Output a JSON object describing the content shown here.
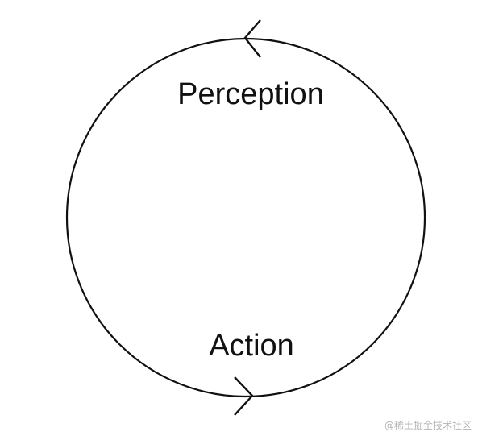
{
  "diagram": {
    "nodes": [
      {
        "id": "perception",
        "label": "Perception"
      },
      {
        "id": "action",
        "label": "Action"
      }
    ],
    "edges": [
      {
        "from": "action",
        "to": "perception",
        "direction": "counter-clockwise"
      }
    ],
    "colors": {
      "stroke": "#111111",
      "text": "#111111",
      "background": "#ffffff",
      "watermark": "#b3b3b3"
    }
  },
  "watermark": {
    "text": "@稀土掘金技术社区"
  }
}
